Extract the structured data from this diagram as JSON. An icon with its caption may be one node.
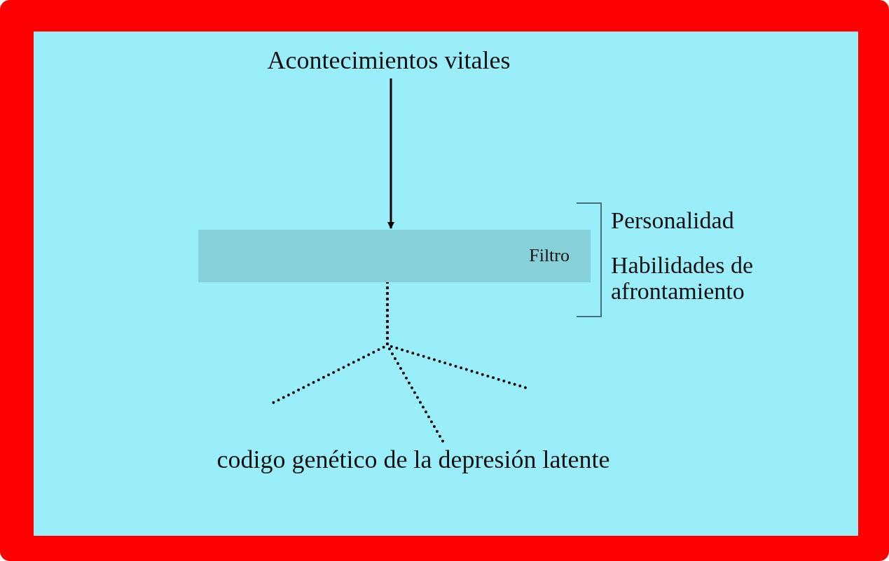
{
  "diagram": {
    "nodes": [
      {
        "text": [
          "Acontecimientos vitales"
        ]
      },
      {
        "text": [
          "Filtro"
        ]
      },
      {
        "text": [
          "codigo genético de la depresión latente"
        ]
      }
    ],
    "edges": [
      {
        "from": 0,
        "to": 1,
        "arrow": "to"
      },
      {
        "from": 1,
        "to": null,
        "arrow": "none",
        "style": "dashed"
      },
      {
        "from": 1,
        "to": 2,
        "arrow": "none",
        "style": "dashed"
      },
      {
        "from": 1,
        "to": null,
        "arrow": "none",
        "style": "dashed"
      }
    ],
    "labels": [
      "Personalidad",
      "Habilidades de afrontamiento"
    ]
  }
}
